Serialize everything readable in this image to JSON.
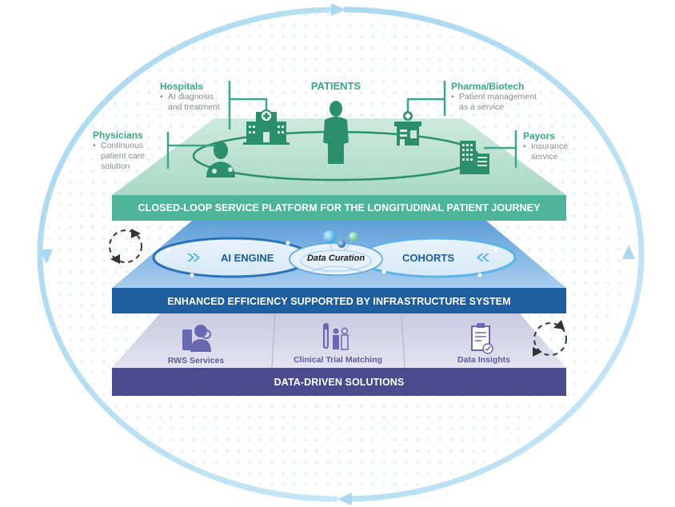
{
  "colors": {
    "ring": "#bfe2f4",
    "green_band": "#4fb598",
    "green_icon": "#2b8f6e",
    "green_text": "#3aa888",
    "blue_band": "#1c5e9e",
    "blue_plane": "#7fb5e2",
    "purple_band": "#4b4a8c",
    "purple_plane": "#dcdcec",
    "gray_text": "#8a8a8a"
  },
  "top_layer": {
    "center_label": "PATIENTS",
    "stakeholders": [
      {
        "name": "Hospitals",
        "bullet": "AI diagnosis and treatment",
        "lines": [
          "AI diagnosis",
          "and treatment"
        ],
        "icon": "hospital-icon"
      },
      {
        "name": "Pharma/Biotech",
        "bullet": "Patient management as a service",
        "lines": [
          "Patient management",
          "as a service"
        ],
        "icon": "pharmacy-icon"
      },
      {
        "name": "Physicians",
        "bullet": "Continuous patient care solution",
        "lines": [
          "Continuous",
          "patient care",
          "solution"
        ],
        "icon": "doctor-icon"
      },
      {
        "name": "Payors",
        "bullet": "Insurance service",
        "lines": [
          "Insurance",
          "service"
        ],
        "icon": "office-building-icon"
      }
    ],
    "band_label": "CLOSED-LOOP SERVICE PLATFORM FOR THE LONGITUDINAL PATIENT JOURNEY"
  },
  "middle_layer": {
    "left_loop": "AI ENGINE",
    "center": "Data Curation",
    "right_loop": "COHORTS",
    "band_label": "ENHANCED EFFICIENCY SUPPORTED BY INFRASTRUCTURE SYSTEM"
  },
  "bottom_layer": {
    "solutions": [
      {
        "label": "RWS Services",
        "icon": "consultant-icon"
      },
      {
        "label": "Clinical Trial Matching",
        "icon": "test-tube-people-icon"
      },
      {
        "label": "Data Insights",
        "icon": "clipboard-check-icon"
      }
    ],
    "band_label": "DATA-DRIVEN SOLUTIONS"
  }
}
